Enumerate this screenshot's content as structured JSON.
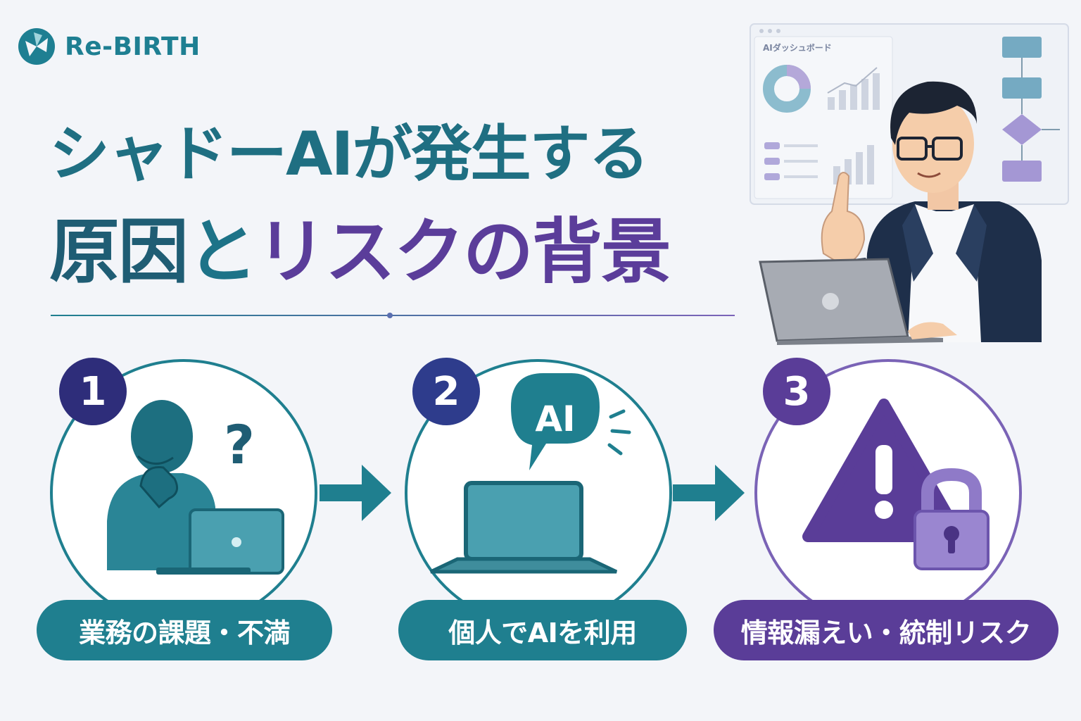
{
  "brand": {
    "name": "Re-BIRTH"
  },
  "title": {
    "line1": "シャドーAIが発生する",
    "line2_part1": "原因",
    "line2_part2": "と",
    "line2_part3": "リスク",
    "line2_part4": "の背景"
  },
  "dashboard": {
    "title": "AIダッシュボード"
  },
  "steps": [
    {
      "number": "1",
      "label": "業務の課題・不満",
      "icon": "confused-person-laptop-icon"
    },
    {
      "number": "2",
      "label": "個人でAIを利用",
      "icon": "laptop-ai-chat-icon",
      "bubble": "AI"
    },
    {
      "number": "3",
      "label": "情報漏えい・統制リスク",
      "icon": "warning-lock-icon"
    }
  ],
  "colors": {
    "teal": "#1f7f8f",
    "purple": "#5a3d98",
    "navy": "#2e2f7e",
    "background": "#f3f5f9"
  }
}
